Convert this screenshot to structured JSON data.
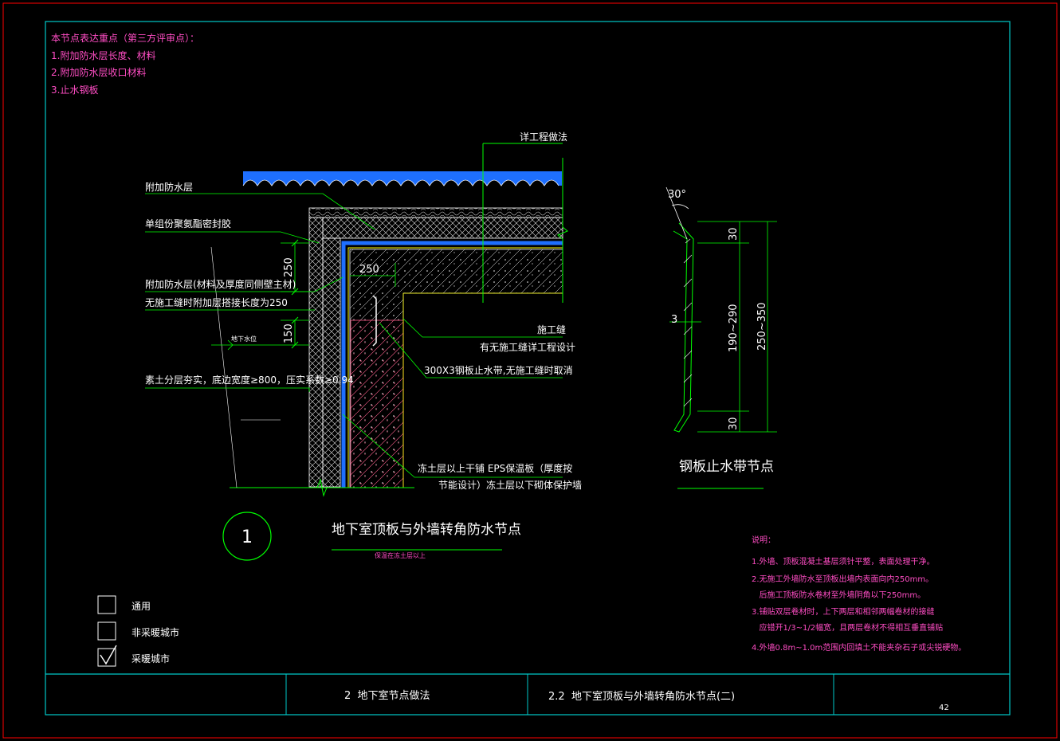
{
  "review_notes": {
    "title": "本节点表达重点（第三方评审点）：",
    "items": [
      "1.附加防水层长度、材料",
      "2.附加防水层收口材料",
      "3.止水钢板"
    ]
  },
  "detail1": {
    "labels": {
      "see_project": "详工程做法",
      "extra_waterproof": "附加防水层",
      "single_pu_seal": "单组份聚氨酯密封胶",
      "extra_waterproof_2": "附加防水层(材料及厚度同侧壁主材)",
      "no_joint_lap": "无施工缝时附加层搭接长度为250",
      "water_level": "地下水位",
      "backfill": "素土分层夯实，底边宽度≥800，压实系数≥0.94",
      "construction_joint": "施工缝",
      "joint_design": "有无施工缝详工程设计",
      "steel_stop": "300X3钢板止水带,无施工缝时取消",
      "eps_line1": "冻土层以上干铺 EPS保温板（厚度按",
      "eps_line2": "节能设计）冻土层以下砌体保护墙"
    },
    "dims": {
      "d250_vertical": "250",
      "d150": "150",
      "d250_horizontal": "250"
    },
    "number": "1",
    "title": "地下室顶板与外墙转角防水节点",
    "subtitle": "保温在冻土层以上"
  },
  "detail2": {
    "angle": "30°",
    "thickness": "3",
    "dims": [
      "30",
      "190~290",
      "30",
      "250~350"
    ],
    "title": "钢板止水带节点"
  },
  "notes": {
    "title": "说明：",
    "lines": [
      "1.外墙、顶板混凝土基层须针平整，表面处理干净。",
      "2.无施工外墙防水至顶板出墙内表面向内250mm。",
      "   后施工顶板防水卷材至外墙阴角以下250mm。",
      "3.铺贴双层卷材时，上下两层和相邻两幅卷材的接缝",
      "   应错开1/3~1/2幅宽，且两层卷材不得相互垂直铺贴",
      "4.外墙0.8m~1.0m范围内回填土不能夹杂石子或尖锐硬物。"
    ]
  },
  "legend": [
    {
      "label": "通用",
      "checked": false
    },
    {
      "label": "非采暖城市",
      "checked": false
    },
    {
      "label": "采暖城市",
      "checked": true
    }
  ],
  "title_block": {
    "section": "2  地下室节点做法",
    "drawing": "2.2  地下室顶板与外墙转角防水节点(二)",
    "page": "42"
  },
  "colors": {
    "frame": "#00c8c8",
    "outer_frame": "#ff0000",
    "green": "#00ff00",
    "white": "#ffffff",
    "magenta": "#ff4dc4",
    "pink": "#ff5c8a",
    "blue": "#1e6fff",
    "yellow": "#ffff00"
  }
}
